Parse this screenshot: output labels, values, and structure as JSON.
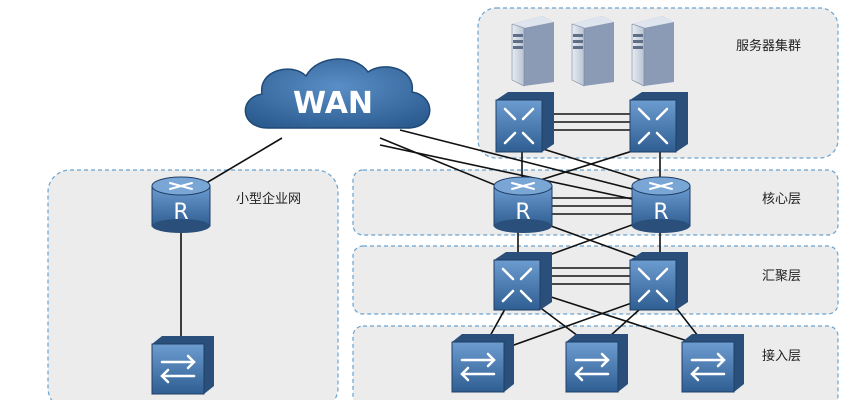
{
  "diagram": {
    "wan_label": "WAN",
    "router_letter": "R",
    "zones": {
      "server_cluster": "服务器集群",
      "small_business": "小型企业网",
      "core_layer": "核心层",
      "aggregation_layer": "汇聚层",
      "access_layer": "接入层"
    }
  },
  "colors": {
    "device_blue": "#3d6ea4",
    "device_dark": "#2a4f7a",
    "cloud_blue": "#34679c",
    "zone_fill": "#ececec",
    "zone_border": "#6aa3cf",
    "link": "#111111"
  }
}
